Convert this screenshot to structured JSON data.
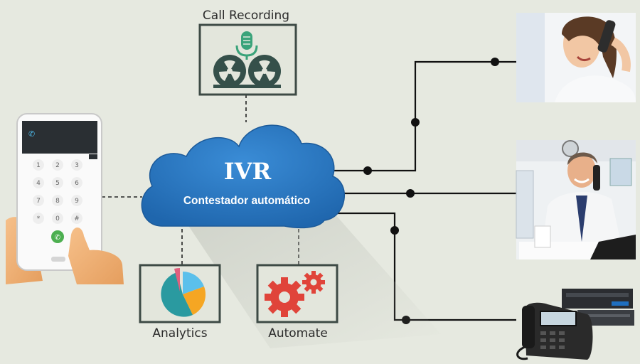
{
  "cloud": {
    "title": "IVR",
    "subtitle": "Contestador automático"
  },
  "modules": {
    "recording": {
      "label": "Call Recording",
      "icon": "tape-recorder-microphone-icon"
    },
    "analytics": {
      "label": "Analytics",
      "icon": "pie-chart-icon"
    },
    "automate": {
      "label": "Automate",
      "icon": "gears-icon"
    }
  },
  "phone": {
    "keys": [
      "1",
      "2",
      "3",
      "4",
      "5",
      "6",
      "7",
      "8",
      "9",
      "*",
      "0",
      "#"
    ]
  },
  "endpoints": [
    {
      "name": "headset-agent-photo"
    },
    {
      "name": "office-agent-photo"
    },
    {
      "name": "ip-desk-phone-photo"
    }
  ],
  "colors": {
    "background": "#e6e9e0",
    "cloud": "#2f7bc4",
    "icon_dark": "#35504a",
    "mic_green": "#3aa37a",
    "gear_red": "#e0443a",
    "pie_teal": "#2a9aa0",
    "pie_blue": "#5bc0eb",
    "pie_orange": "#f5a623",
    "pie_pink": "#e0607e"
  }
}
